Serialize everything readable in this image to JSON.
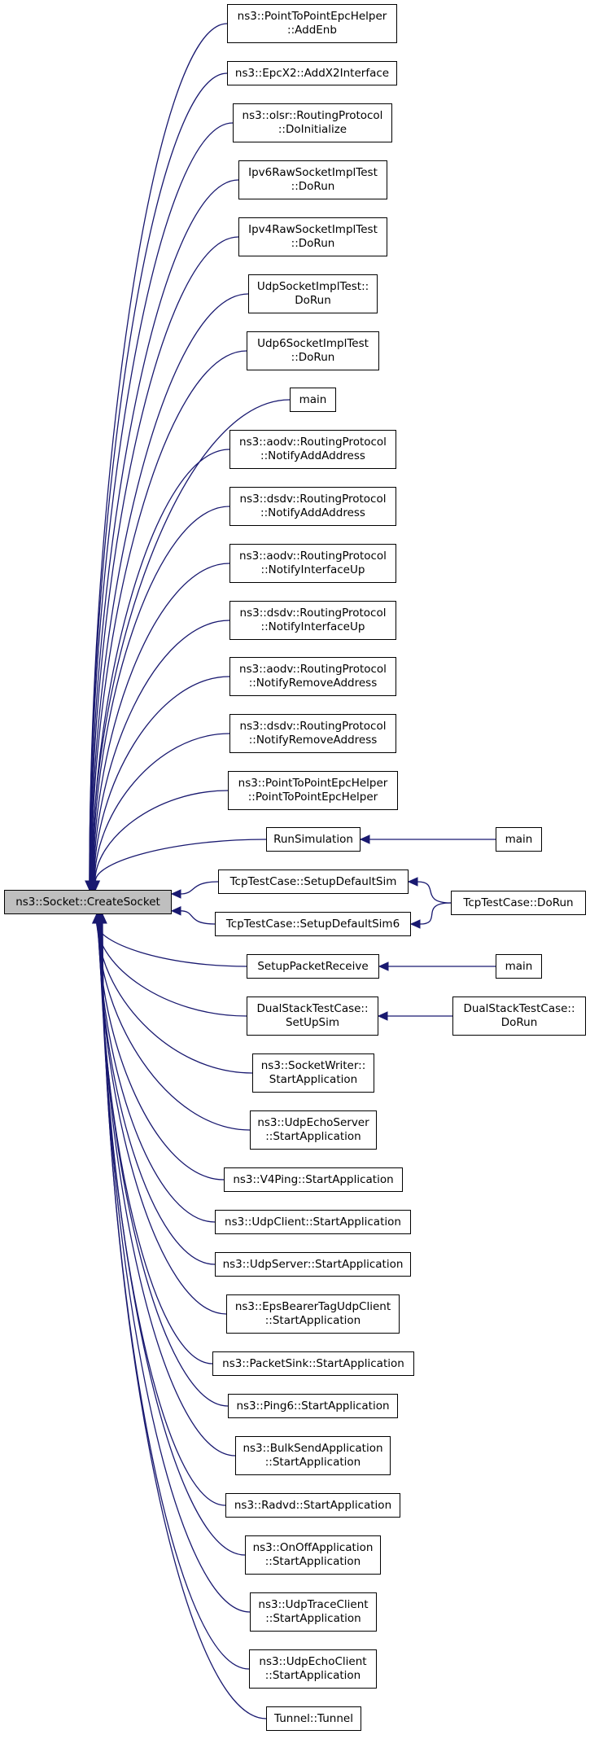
{
  "diagram": {
    "type": "caller-graph",
    "edge_color": "#191970",
    "root_fill": "#bfbfbf",
    "root": {
      "id": "root",
      "lines": [
        "ns3::Socket::CreateSocket"
      ]
    },
    "callers": [
      {
        "id": "n1",
        "lines": [
          "ns3::PointToPointEpcHelper",
          "::AddEnb"
        ]
      },
      {
        "id": "n2",
        "lines": [
          "ns3::EpcX2::AddX2Interface"
        ]
      },
      {
        "id": "n3",
        "lines": [
          "ns3::olsr::RoutingProtocol",
          "::DoInitialize"
        ]
      },
      {
        "id": "n4",
        "lines": [
          "Ipv6RawSocketImplTest",
          "::DoRun"
        ]
      },
      {
        "id": "n5",
        "lines": [
          "Ipv4RawSocketImplTest",
          "::DoRun"
        ]
      },
      {
        "id": "n6",
        "lines": [
          "UdpSocketImplTest::",
          "DoRun"
        ]
      },
      {
        "id": "n7",
        "lines": [
          "Udp6SocketImplTest",
          "::DoRun"
        ]
      },
      {
        "id": "n8",
        "lines": [
          "main"
        ]
      },
      {
        "id": "n9",
        "lines": [
          "ns3::aodv::RoutingProtocol",
          "::NotifyAddAddress"
        ]
      },
      {
        "id": "n10",
        "lines": [
          "ns3::dsdv::RoutingProtocol",
          "::NotifyAddAddress"
        ]
      },
      {
        "id": "n11",
        "lines": [
          "ns3::aodv::RoutingProtocol",
          "::NotifyInterfaceUp"
        ]
      },
      {
        "id": "n12",
        "lines": [
          "ns3::dsdv::RoutingProtocol",
          "::NotifyInterfaceUp"
        ]
      },
      {
        "id": "n13",
        "lines": [
          "ns3::aodv::RoutingProtocol",
          "::NotifyRemoveAddress"
        ]
      },
      {
        "id": "n14",
        "lines": [
          "ns3::dsdv::RoutingProtocol",
          "::NotifyRemoveAddress"
        ]
      },
      {
        "id": "n15",
        "lines": [
          "ns3::PointToPointEpcHelper",
          "::PointToPointEpcHelper"
        ]
      },
      {
        "id": "n16",
        "lines": [
          "RunSimulation"
        ]
      },
      {
        "id": "n17",
        "lines": [
          "TcpTestCase::SetupDefaultSim"
        ]
      },
      {
        "id": "n18",
        "lines": [
          "TcpTestCase::SetupDefaultSim6"
        ]
      },
      {
        "id": "n19",
        "lines": [
          "SetupPacketReceive"
        ]
      },
      {
        "id": "n20",
        "lines": [
          "DualStackTestCase::",
          "SetUpSim"
        ]
      },
      {
        "id": "n21",
        "lines": [
          "ns3::SocketWriter::",
          "StartApplication"
        ]
      },
      {
        "id": "n22",
        "lines": [
          "ns3::UdpEchoServer",
          "::StartApplication"
        ]
      },
      {
        "id": "n23",
        "lines": [
          "ns3::V4Ping::StartApplication"
        ]
      },
      {
        "id": "n24",
        "lines": [
          "ns3::UdpClient::StartApplication"
        ]
      },
      {
        "id": "n25",
        "lines": [
          "ns3::UdpServer::StartApplication"
        ]
      },
      {
        "id": "n26",
        "lines": [
          "ns3::EpsBearerTagUdpClient",
          "::StartApplication"
        ]
      },
      {
        "id": "n27",
        "lines": [
          "ns3::PacketSink::StartApplication"
        ]
      },
      {
        "id": "n28",
        "lines": [
          "ns3::Ping6::StartApplication"
        ]
      },
      {
        "id": "n29",
        "lines": [
          "ns3::BulkSendApplication",
          "::StartApplication"
        ]
      },
      {
        "id": "n30",
        "lines": [
          "ns3::Radvd::StartApplication"
        ]
      },
      {
        "id": "n31",
        "lines": [
          "ns3::OnOffApplication",
          "::StartApplication"
        ]
      },
      {
        "id": "n32",
        "lines": [
          "ns3::UdpTraceClient",
          "::StartApplication"
        ]
      },
      {
        "id": "n33",
        "lines": [
          "ns3::UdpEchoClient",
          "::StartApplication"
        ]
      },
      {
        "id": "n34",
        "lines": [
          "Tunnel::Tunnel"
        ]
      }
    ],
    "second_level": [
      {
        "id": "m1",
        "lines": [
          "main"
        ]
      },
      {
        "id": "m2",
        "lines": [
          "TcpTestCase::DoRun"
        ]
      },
      {
        "id": "m3",
        "lines": [
          "main"
        ]
      },
      {
        "id": "m4",
        "lines": [
          "DualStackTestCase::",
          "DoRun"
        ]
      }
    ],
    "edges": [
      {
        "from": "m1",
        "to": "n16"
      },
      {
        "from": "m2",
        "to": "n17"
      },
      {
        "from": "m2",
        "to": "n18"
      },
      {
        "from": "m3",
        "to": "n19"
      },
      {
        "from": "m4",
        "to": "n20"
      }
    ]
  }
}
